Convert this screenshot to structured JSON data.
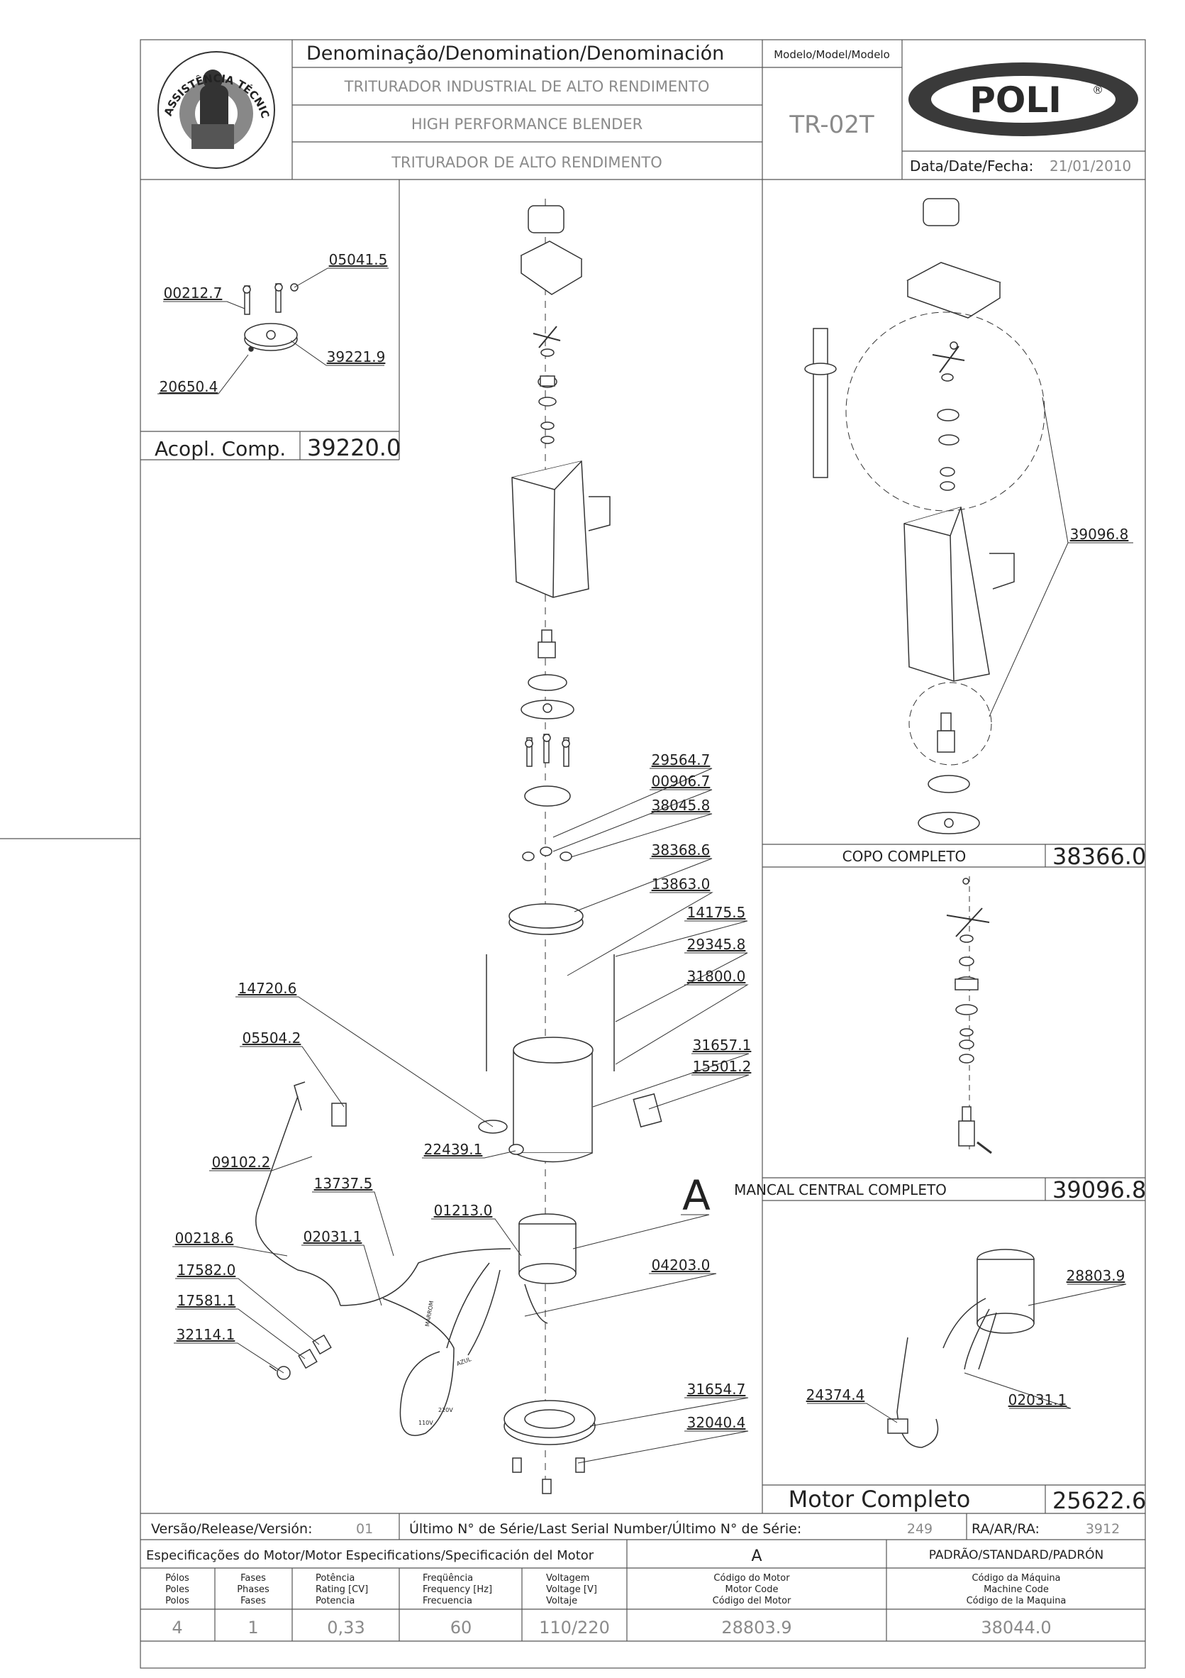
{
  "header": {
    "denomination_label": "Denominação/Denomination/Denominación",
    "name_pt": "TRITURADOR INDUSTRIAL DE ALTO RENDIMENTO",
    "name_en": "HIGH PERFORMANCE BLENDER",
    "name_es": "TRITURADOR DE ALTO RENDIMENTO",
    "model_label": "Modelo/Model/Modelo",
    "model_value": "TR-02T",
    "brand": "POLI",
    "brand_mark": "®",
    "date_label": "Data/Date/Fecha:",
    "date_value": "21/01/2010",
    "seal_text_top": "ASSISTÊNCIA TÉCNICA AUTORIZADA"
  },
  "panels": {
    "coupling": {
      "title": "Acopl. Comp.",
      "code": "39220.0",
      "parts": [
        "05041.5",
        "00212.7",
        "39221.9",
        "20650.4"
      ]
    },
    "cup": {
      "title": "COPO COMPLETO",
      "code": "38366.0",
      "parts": [
        "39096.8"
      ]
    },
    "bearing": {
      "title": "MANCAL CENTRAL COMPLETO",
      "code": "39096.8"
    },
    "motor": {
      "title": "Motor Completo",
      "code": "25622.6",
      "parts": [
        "28803.9",
        "24374.4",
        "02031.1"
      ]
    }
  },
  "main_parts": {
    "p1": "29564.7",
    "p2": "00906.7",
    "p3": "38045.8",
    "p4": "38368.6",
    "p5": "13863.0",
    "p6": "14175.5",
    "p7": "29345.8",
    "p8": "31800.0",
    "p9": "14720.6",
    "p10": "05504.2",
    "p11": "31657.1",
    "p12": "15501.2",
    "p13": "22439.1",
    "p14": "09102.2",
    "p15": "13737.5",
    "p16": "01213.0",
    "p17": "00218.6",
    "p18": "02031.1",
    "p19": "04203.0",
    "p20": "17582.0",
    "p21": "17581.1",
    "p22": "32114.1",
    "p23": "31654.7",
    "p24": "32040.4",
    "detail_mark": "A"
  },
  "wire_labels": {
    "w1": "MARROM",
    "w2": "AZUL",
    "w3": "110V",
    "w4": "220V"
  },
  "footer": {
    "version_label": "Versão/Release/Versión:",
    "version_value": "01",
    "serial_label": "Último N° de Série/Last Serial Number/Último N° de Série:",
    "serial_value": "249",
    "ra_label": "RA/AR/RA:",
    "ra_value": "3912",
    "spec_label": "Especificações do Motor/Motor Especifications/Specificación del Motor",
    "spec_mark": "A",
    "standard_label": "PADRÃO/STANDARD/PADRÓN",
    "columns": [
      {
        "l1": "Pólos",
        "l2": "Poles",
        "l3": "Polos",
        "value": "4"
      },
      {
        "l1": "Fases",
        "l2": "Phases",
        "l3": "Fases",
        "value": "1"
      },
      {
        "l1": "Potência",
        "l2": "Rating [CV]",
        "l3": "Potencia",
        "value": "0,33"
      },
      {
        "l1": "Freqüência",
        "l2": "Frequency [Hz]",
        "l3": "Frecuencia",
        "value": "60"
      },
      {
        "l1": "Voltagem",
        "l2": "Voltage [V]",
        "l3": "Voltaje",
        "value": "110/220"
      },
      {
        "l1": "Código do Motor",
        "l2": "Motor Code",
        "l3": "Código del Motor",
        "value": "28803.9"
      },
      {
        "l1": "Código da Máquina",
        "l2": "Machine Code",
        "l3": "Código de la Maquina",
        "value": "38044.0"
      }
    ]
  }
}
